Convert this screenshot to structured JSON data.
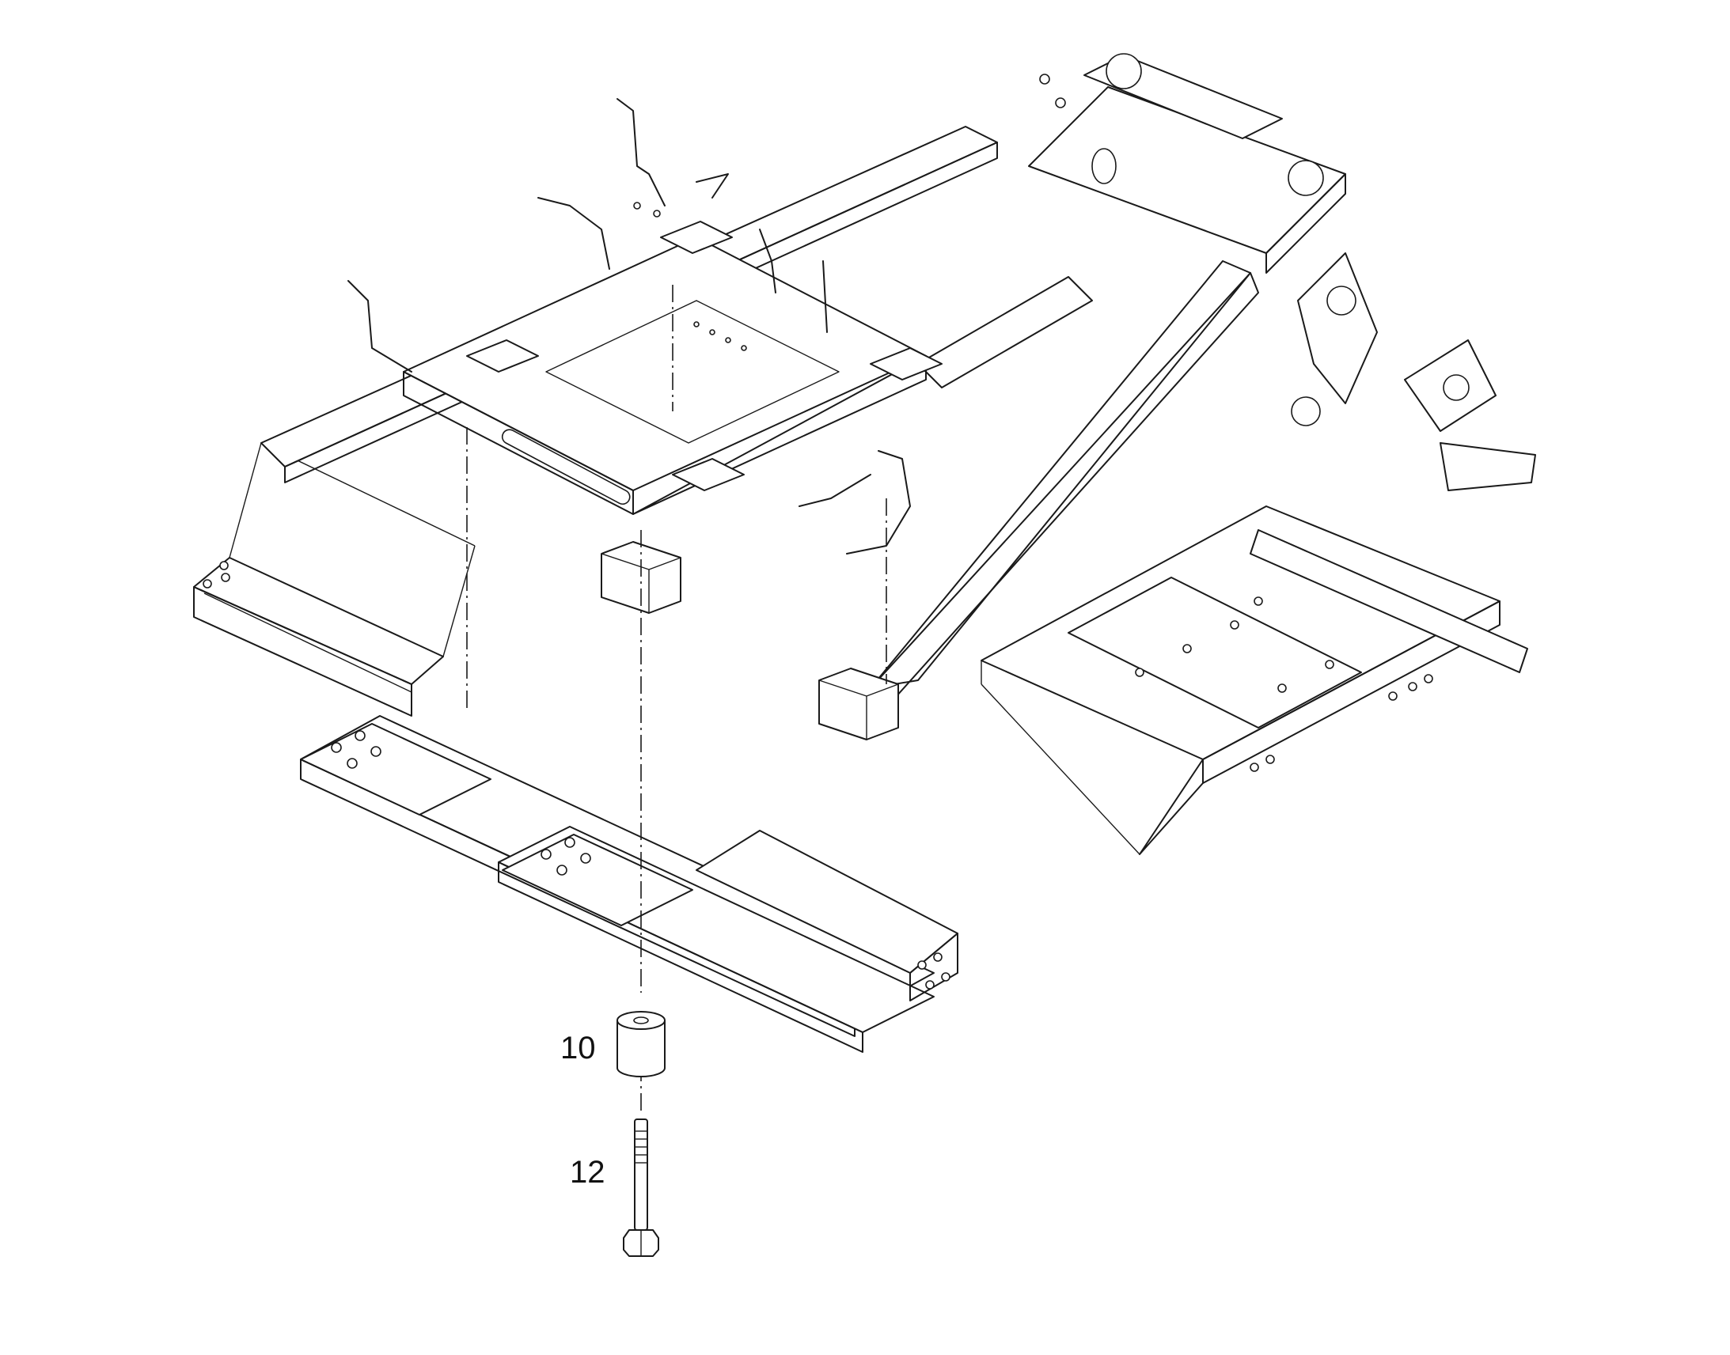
{
  "diagram": {
    "callouts": [
      {
        "id": "10",
        "label": "10",
        "part": "spacer-sleeve"
      },
      {
        "id": "12",
        "label": "12",
        "part": "hex-bolt"
      }
    ]
  },
  "colors": {
    "background": "#ffffff",
    "line": "#1a1a1a"
  }
}
